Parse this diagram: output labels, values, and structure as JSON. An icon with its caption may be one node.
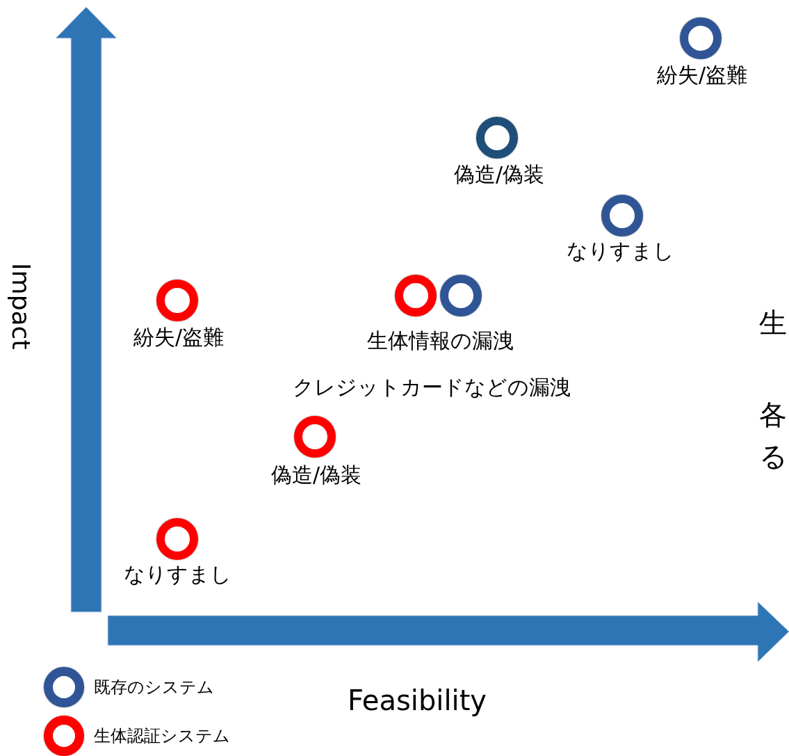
{
  "diagram": {
    "labels": [
      "紛失/盗難",
      "偽造/偽装",
      "なりすまし",
      "Impact",
      "紛失/盗難",
      "生体情報の漏洩",
      "生",
      "クレジットカードなどの漏洩",
      "各",
      "る",
      "偽造/偽装",
      "なりすまし",
      "Feasibility"
    ],
    "legend": [
      {
        "text": "既存のシステム",
        "color": "#2f5597"
      },
      {
        "text": "生体認証システム",
        "color": "#ff0000"
      }
    ]
  }
}
